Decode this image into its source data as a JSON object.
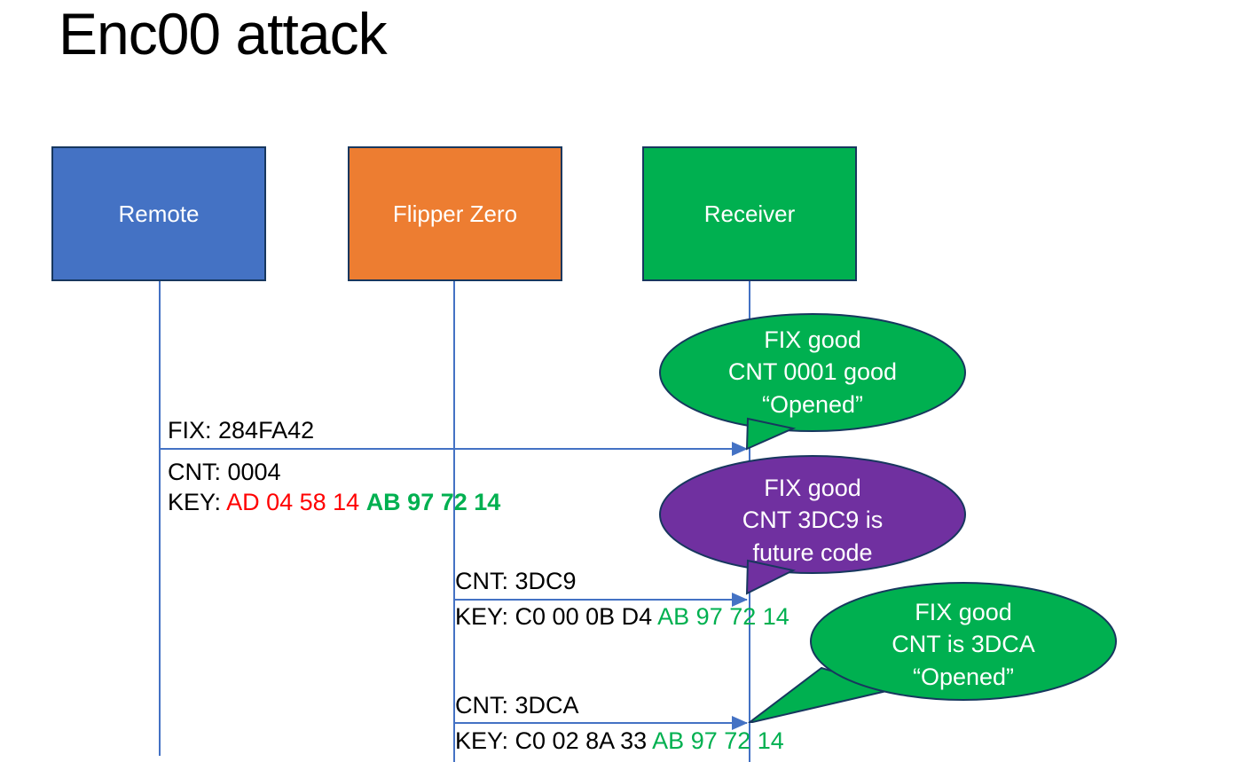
{
  "title": "Enc00 attack",
  "actors": [
    {
      "label": "Remote",
      "color": "#4472C4"
    },
    {
      "label": "Flipper Zero",
      "color": "#ED7D31"
    },
    {
      "label": "Receiver",
      "color": "#00B050"
    }
  ],
  "colors": {
    "blue": "#4472C4",
    "orange": "#ED7D31",
    "green": "#00B050",
    "purple": "#7030A0",
    "red": "#FF0000",
    "line": "#4472C4",
    "outline": "#17375e"
  },
  "messages": {
    "fix_label": "FIX:",
    "fix_value": " 284FA42",
    "cnt_label": "CNT:",
    "key_label": "KEY:",
    "m1": {
      "cnt_value": " 0004",
      "key_black": "KEY: ",
      "key_red": "AD 04 58 14 ",
      "key_green": "AB 97 72 14"
    },
    "m2": {
      "cnt_value": " 3DC9",
      "key_black": "KEY: C0 00 0B D4 ",
      "key_green": "AB 97 72 14"
    },
    "m3": {
      "cnt_value": " 3DCA",
      "key_black": "KEY: C0 02 8A 33 ",
      "key_green": "AB 97 72 14"
    }
  },
  "callouts": [
    {
      "fill": "#00B050",
      "lines": [
        "FIX good",
        "CNT 0001 good",
        "“Opened”"
      ]
    },
    {
      "fill": "#7030A0",
      "lines": [
        "FIX good",
        "CNT 3DC9 is",
        "future code"
      ]
    },
    {
      "fill": "#00B050",
      "lines": [
        "FIX good",
        "CNT is 3DCA",
        "“Opened”"
      ]
    }
  ]
}
